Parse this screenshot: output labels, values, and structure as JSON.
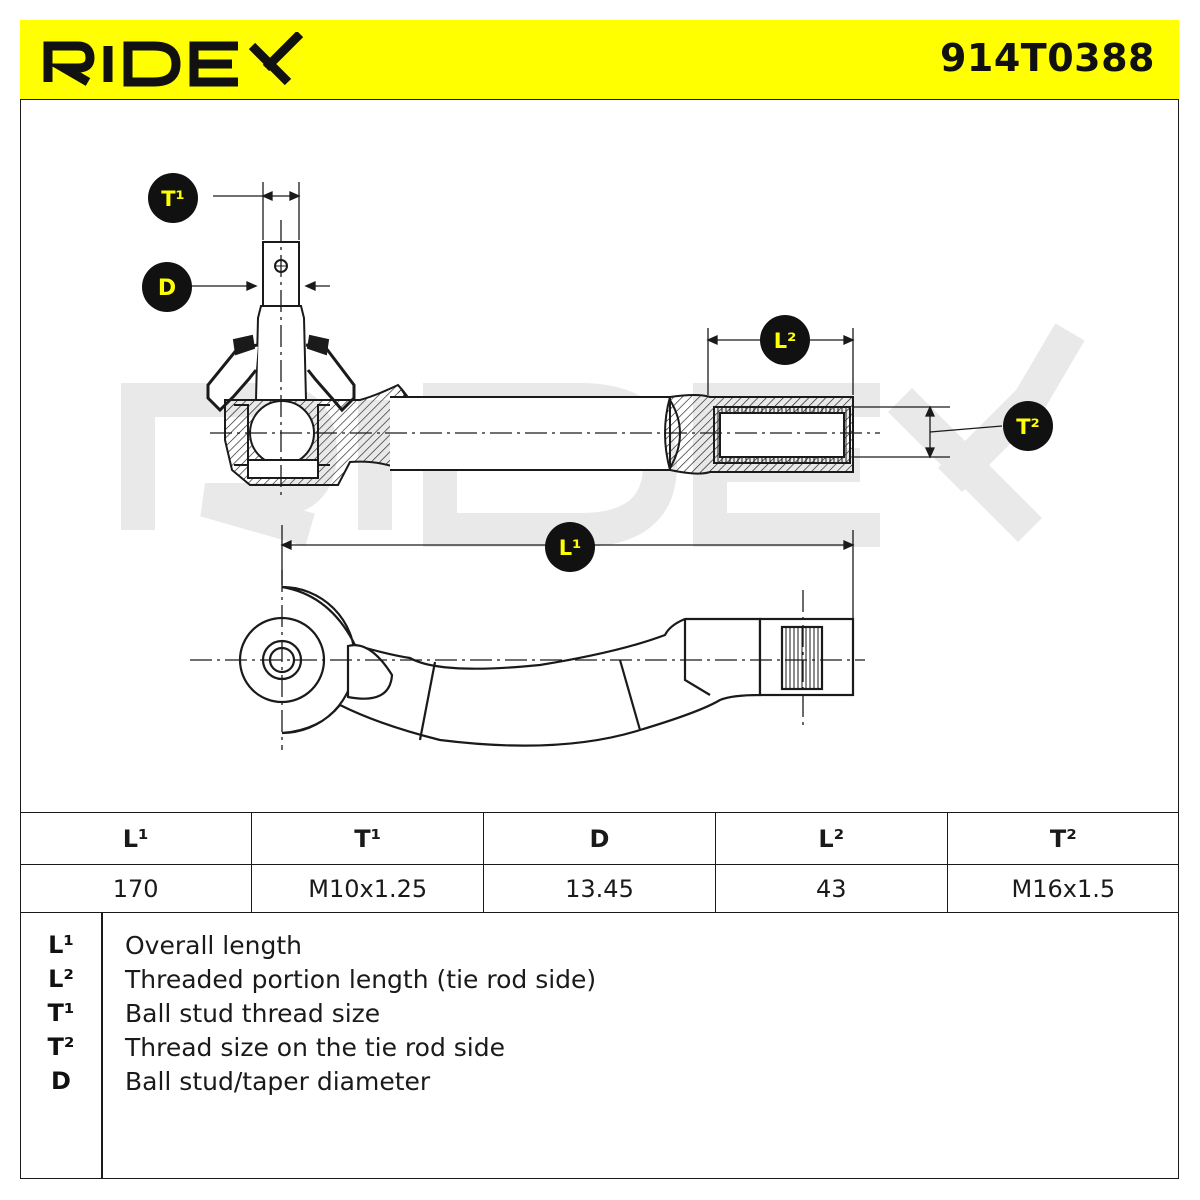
{
  "header": {
    "brand": "RIDEX",
    "part_number": "914T0388"
  },
  "callouts": {
    "t1": "T¹",
    "d": "D",
    "l2": "L²",
    "t2": "T²",
    "l1": "L¹"
  },
  "colors": {
    "accent_yellow": "#ffff00",
    "line": "#1a1a1a",
    "watermark": "#e9e9e9"
  },
  "spec_table": {
    "headers": [
      "L¹",
      "T¹",
      "D",
      "L²",
      "T²"
    ],
    "values": [
      "170",
      "M10x1.25",
      "13.45",
      "43",
      "M16x1.5"
    ]
  },
  "legend": [
    {
      "code": "L¹",
      "desc": "Overall length"
    },
    {
      "code": "L²",
      "desc": "Threaded portion length (tie rod side)"
    },
    {
      "code": "T¹",
      "desc": "Ball stud thread size"
    },
    {
      "code": "T²",
      "desc": "Thread size on the tie rod side"
    },
    {
      "code": "D",
      "desc": "Ball stud/taper diameter"
    }
  ]
}
